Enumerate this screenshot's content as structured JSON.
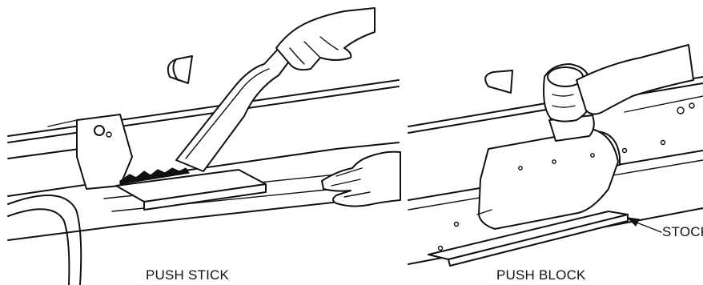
{
  "labels": {
    "push_stick": "PUSH STICK",
    "push_block": "PUSH BLOCK",
    "stock": "STOCK"
  }
}
